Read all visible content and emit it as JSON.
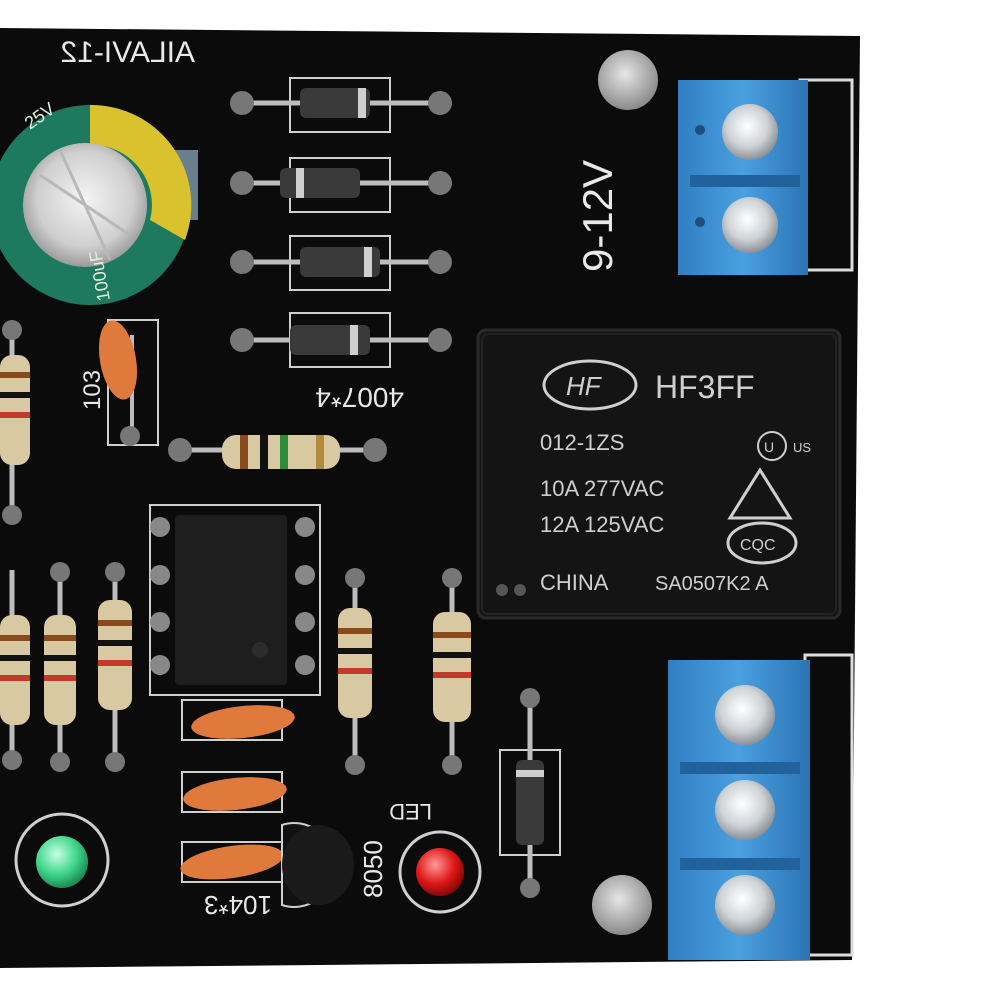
{
  "colors": {
    "background": "#ffffff",
    "pcb": "#0b0b0b",
    "silkscreen": "#e8e8e8",
    "terminal_block": "#3b8fd0",
    "relay_body": "#141414",
    "led_green": "#3fd68a",
    "led_red": "#e01818",
    "capacitor_ceramic": "#e07a3c"
  },
  "board": {
    "label_top": "AILAVI-12",
    "power_label": "9-12V",
    "diodes_label": "4007*4",
    "cap_ceramic_label": "103",
    "cap_bank_label": "104*3",
    "transistor_label": "8050",
    "led_label": "LED"
  },
  "relay": {
    "brand": "HF3FF",
    "model": "012-1ZS",
    "rating_1": "10A 277VAC",
    "rating_2": "12A 125VAC",
    "origin": "CHINA",
    "code": "SA0507K2 A",
    "cert_ul": "US",
    "cert_ccc": "CQC"
  },
  "electrolytic_cap": {
    "marking_1": "25V",
    "marking_2": "100uF"
  }
}
